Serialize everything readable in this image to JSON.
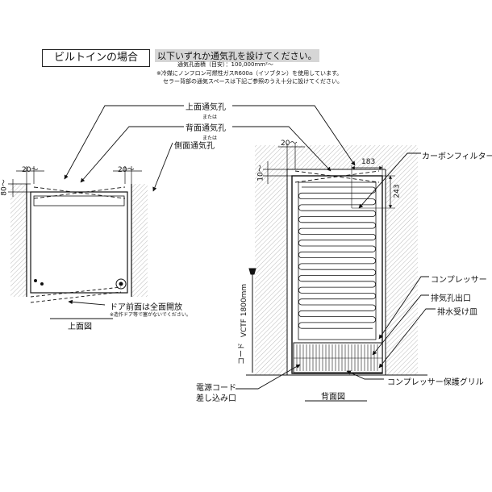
{
  "header": {
    "title": "ビルトインの場合",
    "headline": "以下いずれか通気孔を設けてください。",
    "area_note": "通気孔面積（目安）：100,000mm²〜",
    "note_line1": "※冷媒にノンフロン可燃性ガスR600a（イソブタン）を使用しています。",
    "note_line2": "セラー背部の通気スペースは下記ご参照のうえ十分に設けてください。"
  },
  "vents": {
    "top": "上面通気孔",
    "or1": "または",
    "back": "背面通気孔",
    "or2": "または",
    "side": "側面通気孔"
  },
  "top_view": {
    "caption": "上面図",
    "dim_left": "20〜",
    "dim_right": "20〜",
    "dim_top": "80〜",
    "door_note": "ドア前面は全面開放",
    "door_subnote": "※造作ドア等で塞がないでください。"
  },
  "back_view": {
    "caption": "背面図",
    "dim_top": "20〜",
    "dim_left": "10〜",
    "dim_width": "183",
    "dim_height": "243",
    "cord_spec": "VCTF 1800mm",
    "cord_label": "コード"
  },
  "callouts": {
    "carbon_filter": "カーボンフィルター",
    "compressor": "コンプレッサー",
    "exhaust": "排気孔出口",
    "drain_pan": "排水受け皿",
    "grille": "コンプレッサー保護グリル",
    "power_inlet_1": "電源コード",
    "power_inlet_2": "差し込み口"
  }
}
